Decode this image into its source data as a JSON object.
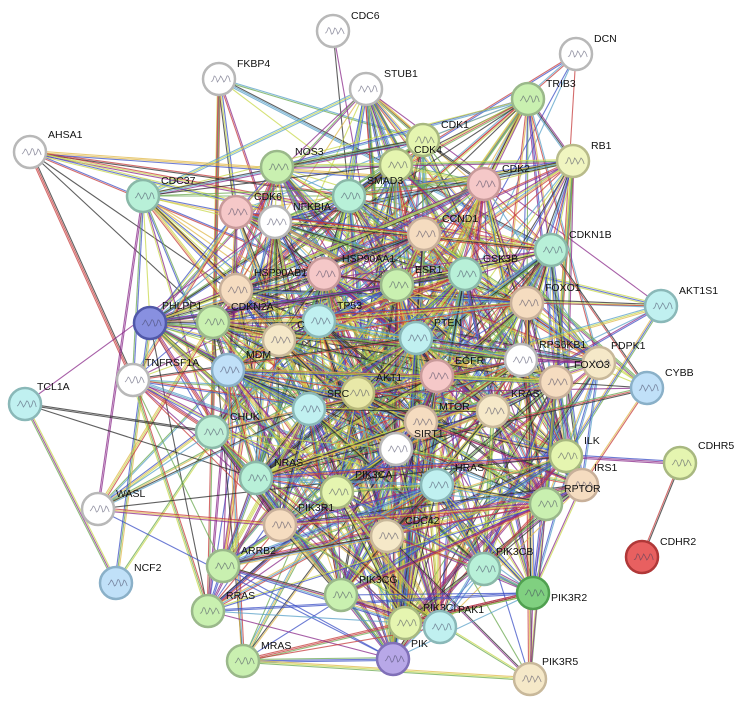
{
  "network": {
    "edge_palette": [
      "#c8d84a",
      "#8a2a8a",
      "#2b2b2b",
      "#c63b3b",
      "#3b4fc6",
      "#58a0c8",
      "#e0b84a",
      "#6aa84f"
    ],
    "nodes": [
      {
        "id": "CDC6",
        "label": "CDC6",
        "fill": "#ffffff",
        "stroke": "#b8b8b8"
      },
      {
        "id": "DCN",
        "label": "DCN",
        "fill": "#ffffff",
        "stroke": "#b8b8b8"
      },
      {
        "id": "FKBP4",
        "label": "FKBP4",
        "fill": "#ffffff",
        "stroke": "#b8b8b8"
      },
      {
        "id": "STUB1",
        "label": "STUB1",
        "fill": "#ffffff",
        "stroke": "#b8b8b8"
      },
      {
        "id": "TRIB3",
        "label": "TRIB3",
        "fill": "#c9f0b0",
        "stroke": "#9ab88a"
      },
      {
        "id": "AHSA1",
        "label": "AHSA1",
        "fill": "#ffffff",
        "stroke": "#b8b8b8"
      },
      {
        "id": "CDK1",
        "label": "CDK1",
        "fill": "#e5f5b0",
        "stroke": "#a8b880"
      },
      {
        "id": "RB1",
        "label": "RB1",
        "fill": "#f0f5c0",
        "stroke": "#b8bb8a"
      },
      {
        "id": "NOS3",
        "label": "NOS3",
        "fill": "#c9f0b0",
        "stroke": "#9ab88a"
      },
      {
        "id": "CDK4",
        "label": "CDK4",
        "fill": "#e5f5b0",
        "stroke": "#a8b880"
      },
      {
        "id": "CDC37",
        "label": "CDC37",
        "fill": "#b8f0d8",
        "stroke": "#8ab8a8"
      },
      {
        "id": "SMAD3",
        "label": "SMAD3",
        "fill": "#b8f0d8",
        "stroke": "#8ab8a8"
      },
      {
        "id": "CDK2",
        "label": "CDK2",
        "fill": "#f5c8c8",
        "stroke": "#c89a9a"
      },
      {
        "id": "CDK6",
        "label": "CDK6",
        "fill": "#f5c8c8",
        "stroke": "#c89a9a"
      },
      {
        "id": "NFKBIA",
        "label": "NFKBIA",
        "fill": "#ffffff",
        "stroke": "#b8b8b8"
      },
      {
        "id": "CCND1",
        "label": "CCND1",
        "fill": "#f5dcc0",
        "stroke": "#c8b09a"
      },
      {
        "id": "CDKN1B",
        "label": "CDKN1B",
        "fill": "#b8f0d8",
        "stroke": "#8ab8a8"
      },
      {
        "id": "HSP90AB1",
        "label": "HSP90AB1",
        "fill": "#f5dcc0",
        "stroke": "#c8b09a"
      },
      {
        "id": "HSP90AA1",
        "label": "HSP90AA1",
        "fill": "#f5c8c8",
        "stroke": "#c89a9a"
      },
      {
        "id": "ESR1",
        "label": "ESR1",
        "fill": "#c9f0b0",
        "stroke": "#9ab88a"
      },
      {
        "id": "GSK3B",
        "label": "GSK3B",
        "fill": "#b8f0d8",
        "stroke": "#8ab8a8"
      },
      {
        "id": "AKT1S1",
        "label": "AKT1S1",
        "fill": "#c0f0f0",
        "stroke": "#8ab8b8"
      },
      {
        "id": "FOXO1",
        "label": "FOXO1",
        "fill": "#f5dcc0",
        "stroke": "#c8b09a"
      },
      {
        "id": "PHLPP1",
        "label": "PHLPP1",
        "fill": "#8890e0",
        "stroke": "#5058a8"
      },
      {
        "id": "CDKN2A",
        "label": "CDKN2A",
        "fill": "#c9f0b0",
        "stroke": "#9ab88a"
      },
      {
        "id": "TP53",
        "label": "TP53",
        "fill": "#c0f0f0",
        "stroke": "#8ab8b8"
      },
      {
        "id": "MYC",
        "label": "C",
        "fill": "#f5e8c8",
        "stroke": "#c8b89a"
      },
      {
        "id": "PTEN",
        "label": "PTEN",
        "fill": "#c0f0f0",
        "stroke": "#8ab8b8"
      },
      {
        "id": "PDPK1",
        "label": "PDPK1",
        "fill": "#f5e8c8",
        "stroke": "#c8b89a"
      },
      {
        "id": "RPS6KB1",
        "label": "RPS6KB1",
        "fill": "#ffffff",
        "stroke": "#b8b8b8"
      },
      {
        "id": "TNFRSF1A",
        "label": "TNFRSF1A",
        "fill": "#ffffff",
        "stroke": "#b8b8b8"
      },
      {
        "id": "MDM2",
        "label": "MDM",
        "fill": "#c0e0f8",
        "stroke": "#8ab0c8"
      },
      {
        "id": "EGFR",
        "label": "EGFR",
        "fill": "#f5c8c8",
        "stroke": "#c89a9a"
      },
      {
        "id": "FOXO3",
        "label": "FOXO3",
        "fill": "#f5dcc0",
        "stroke": "#c8b09a"
      },
      {
        "id": "CYBB",
        "label": "CYBB",
        "fill": "#c0e0f8",
        "stroke": "#8ab0c8"
      },
      {
        "id": "TCL1A",
        "label": "TCL1A",
        "fill": "#c0f0f0",
        "stroke": "#8ab8b8"
      },
      {
        "id": "AKT1",
        "label": "AKT1",
        "fill": "#e8e8a8",
        "stroke": "#b8b87a"
      },
      {
        "id": "SRC",
        "label": "SRC",
        "fill": "#c0f0f0",
        "stroke": "#8ab8b8"
      },
      {
        "id": "KRAS",
        "label": "KRAS",
        "fill": "#f5e8c8",
        "stroke": "#c8b89a"
      },
      {
        "id": "MTOR",
        "label": "MTOR",
        "fill": "#f5dcc0",
        "stroke": "#c8b09a"
      },
      {
        "id": "CHUK",
        "label": "CHUK",
        "fill": "#c0f0d8",
        "stroke": "#8ab8a8"
      },
      {
        "id": "SIRT1",
        "label": "SIRT1",
        "fill": "#ffffff",
        "stroke": "#b8b8b8"
      },
      {
        "id": "ILK",
        "label": "ILK",
        "fill": "#e5f5b0",
        "stroke": "#a8b880"
      },
      {
        "id": "CDHR5",
        "label": "CDHR5",
        "fill": "#e5f5b0",
        "stroke": "#a8b880"
      },
      {
        "id": "IRS1",
        "label": "IRS1",
        "fill": "#f5dcc0",
        "stroke": "#c8b09a"
      },
      {
        "id": "NRAS",
        "label": "NRAS",
        "fill": "#b8f0d8",
        "stroke": "#8ab8a8"
      },
      {
        "id": "HRAS",
        "label": "HRAS",
        "fill": "#c0f0f0",
        "stroke": "#8ab8b8"
      },
      {
        "id": "RPTOR",
        "label": "RPTOR",
        "fill": "#c9f0b0",
        "stroke": "#9ab88a"
      },
      {
        "id": "PIK3CA",
        "label": "PIK3CA",
        "fill": "#e5f5b0",
        "stroke": "#a8b880"
      },
      {
        "id": "WAS",
        "label": "WASL",
        "fill": "#ffffff",
        "stroke": "#b8b8b8"
      },
      {
        "id": "PIK3R1",
        "label": "PIK3R1",
        "fill": "#f5dcc0",
        "stroke": "#c8b09a"
      },
      {
        "id": "CDC42",
        "label": "CDC42",
        "fill": "#f5e8c8",
        "stroke": "#c8b89a"
      },
      {
        "id": "CDHR2",
        "label": "CDHR2",
        "fill": "#e86060",
        "stroke": "#b03838"
      },
      {
        "id": "ARRB2",
        "label": "ARRB2",
        "fill": "#c9f0b0",
        "stroke": "#9ab88a"
      },
      {
        "id": "PIK3CB",
        "label": "PIK3CB",
        "fill": "#b8f0d8",
        "stroke": "#8ab8a8"
      },
      {
        "id": "NCF2",
        "label": "NCF2",
        "fill": "#c0e0f8",
        "stroke": "#8ab0c8"
      },
      {
        "id": "PIK3R2",
        "label": "PIK3R2",
        "fill": "#80d080",
        "stroke": "#50a050"
      },
      {
        "id": "RRAS",
        "label": "RRAS",
        "fill": "#c9f0b0",
        "stroke": "#9ab88a"
      },
      {
        "id": "PIK3CG",
        "label": "PIK3CG",
        "fill": "#c9f0b0",
        "stroke": "#9ab88a"
      },
      {
        "id": "PIK3CD",
        "label": "PIK3CI",
        "fill": "#e5f5b0",
        "stroke": "#a8b880"
      },
      {
        "id": "PAK1",
        "label": "PAK1",
        "fill": "#c0f0f0",
        "stroke": "#8ab8b8"
      },
      {
        "id": "MRAS",
        "label": "MRAS",
        "fill": "#c9f0b0",
        "stroke": "#9ab88a"
      },
      {
        "id": "PIK3",
        "label": "PIK",
        "fill": "#b8a8e8",
        "stroke": "#8070b8"
      },
      {
        "id": "PIK3R5",
        "label": "PIK3R5",
        "fill": "#f5e8c8",
        "stroke": "#c8b89a"
      }
    ]
  }
}
